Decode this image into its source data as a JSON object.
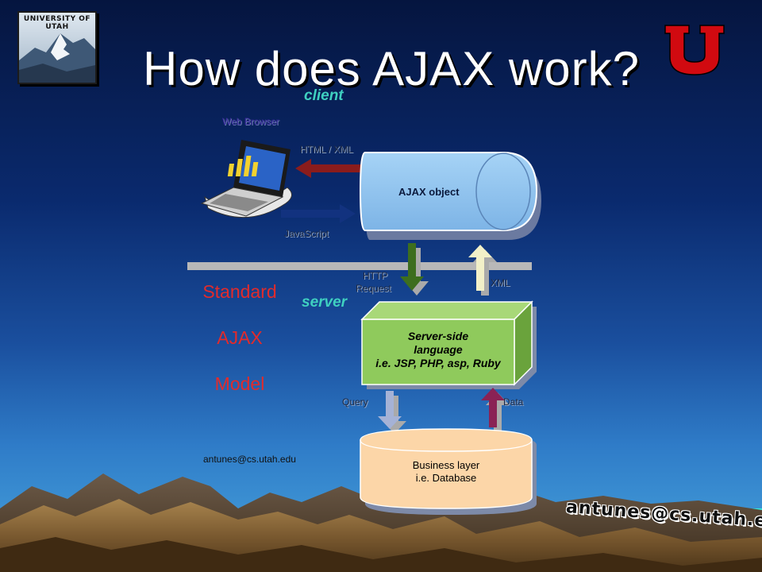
{
  "slide": {
    "title": "How does AJAX work?",
    "logo_text": "UNIVERSITY OF UTAH",
    "footer_email": "antunes@cs.utah.edu",
    "signature_email": "antunes@cs.utah.edu"
  },
  "diagram": {
    "client_label": "client",
    "web_browser_label": "Web Browser",
    "html_xml_label": "HTML / XML",
    "javascript_label": "JavaScript",
    "ajax_object_label": "AJAX object",
    "http_request_label": "HTTP Request",
    "http_label": "HTTP",
    "request_label": "Request",
    "xml_label": "XML",
    "server_label": "server",
    "model_label": [
      "Standard",
      "AJAX",
      "Model"
    ],
    "server_box": [
      "Server-side",
      "language",
      "i.e. JSP, PHP, asp, Ruby"
    ],
    "query_label": "Query",
    "data_label": "Data",
    "database_box": [
      "Business layer",
      "i.e. Database"
    ]
  },
  "colors": {
    "client_server_text": "#3fd0c0",
    "model_text": "#e22b2b",
    "server_box": "#8fca5c",
    "cylinder": "#8fc3f0",
    "database": "#fcd6a8",
    "divider": "#b8b8b8",
    "utah_red": "#d10a10"
  }
}
